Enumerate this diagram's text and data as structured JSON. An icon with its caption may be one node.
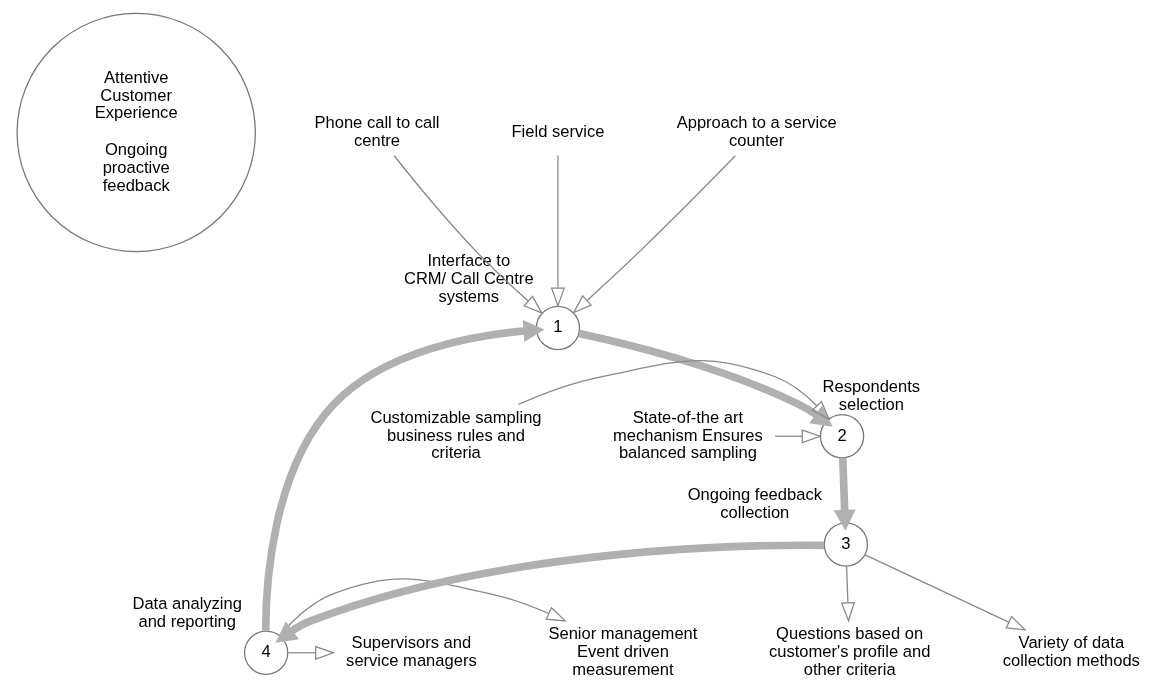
{
  "diagram": {
    "nodes": [
      {
        "text": [
          "Attentive Customer Experience",
          "Ongoing proactive feedback"
        ]
      },
      {
        "text": [
          "Phone call to call centre"
        ]
      },
      {
        "text": [
          "Field service"
        ]
      },
      {
        "text": [
          "Approach to a service counter"
        ]
      },
      {
        "text": [
          "1"
        ],
        "beside": [
          "Interface to CRM/ Call Centre systems"
        ]
      },
      {
        "text": [
          "Customizable sampling business rules and criteria"
        ]
      },
      {
        "text": [
          "State-of-the art mechanism Ensures balanced sampling"
        ]
      },
      {
        "text": [
          "2"
        ],
        "beside": [
          "Respondents selection"
        ]
      },
      {
        "text": [
          "4"
        ],
        "beside": [
          "Data analyzing and reporting"
        ]
      },
      {
        "text": [
          "Senior management Event driven measurement"
        ]
      },
      {
        "text": [
          "Supervisors and service managers"
        ]
      },
      {
        "text": [
          "3"
        ],
        "beside": [
          "Ongoing feedback collection"
        ]
      },
      {
        "text": [
          "Questions based on customer's profile and other criteria"
        ]
      },
      {
        "text": [
          "Variety of data collection methods"
        ]
      }
    ],
    "edges": [
      {
        "from": 1,
        "to": 4,
        "arrow": "to"
      },
      {
        "from": 2,
        "to": 4,
        "arrow": "to"
      },
      {
        "from": 3,
        "to": 4,
        "arrow": "to"
      },
      {
        "from": 5,
        "to": 7,
        "arrow": "to"
      },
      {
        "from": 6,
        "to": 7,
        "arrow": "to"
      },
      {
        "from": 8,
        "to": 9,
        "arrow": "to"
      },
      {
        "from": 8,
        "to": 10,
        "arrow": "to"
      },
      {
        "from": 11,
        "to": 12,
        "arrow": "to"
      },
      {
        "from": 11,
        "to": 13,
        "arrow": "to"
      },
      {
        "from": 4,
        "to": 7,
        "arrow": "to",
        "style": "thick"
      },
      {
        "from": 7,
        "to": 11,
        "arrow": "to",
        "style": "thick"
      },
      {
        "from": 11,
        "to": 8,
        "arrow": "to",
        "style": "thick"
      },
      {
        "from": 8,
        "to": 4,
        "arrow": "to",
        "style": "thick"
      }
    ]
  }
}
